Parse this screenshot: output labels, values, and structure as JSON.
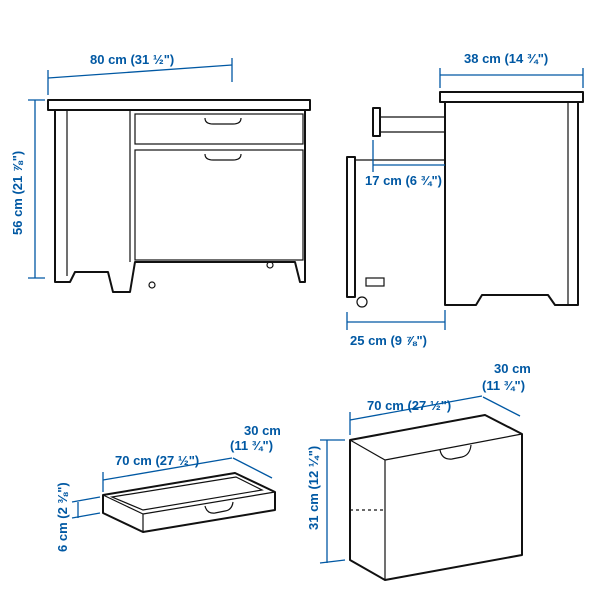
{
  "dimensions": {
    "bench_width": "80 cm (31 ½\")",
    "bench_height": "56 cm (21 ⅞\")",
    "bench_depth": "38 cm (14 ¾\")",
    "drawer_extension": "17 cm (6 ¾\")",
    "door_extension": "25 cm (9 ⅞\")",
    "small_drawer_width": "70 cm (27 ½\")",
    "small_drawer_depth": "30 cm",
    "small_drawer_depth_in": "(11 ¾\")",
    "small_drawer_height": "6 cm (2 ⅜\")",
    "large_drawer_width": "70 cm (27 ½\")",
    "large_drawer_depth": "30 cm",
    "large_drawer_depth_in": "(11 ¾\")",
    "large_drawer_height": "31 cm (12 ¼\")"
  },
  "colors": {
    "dimension": "#0058a3",
    "outline": "#111111"
  }
}
